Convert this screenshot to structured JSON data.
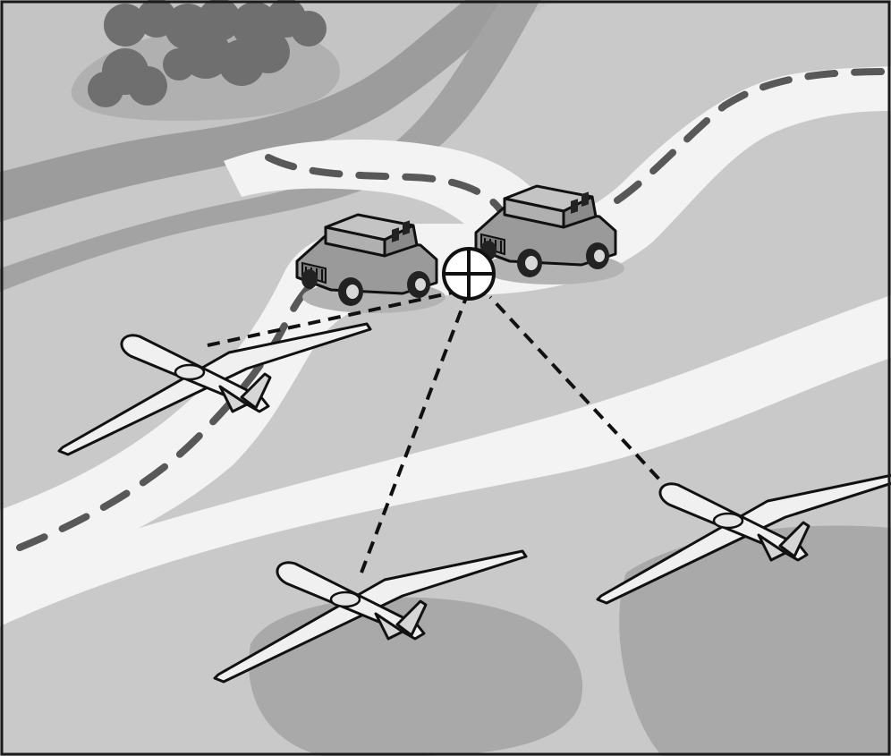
{
  "scene": {
    "colors": {
      "frame": "#1a1a1a",
      "ground": "#c9c9c9",
      "river_bank": "#a3a3a3",
      "river_water": "#c4c4c4",
      "river_band": "#9c9c9c",
      "road": "#f3f3f3",
      "road_dash": "#585858",
      "dark_patch": "#a9a9a9",
      "trees": "#6f6f6f",
      "tree_shadow": "#b0b0b0",
      "vehicle_body": "#9a9a9a",
      "vehicle_light": "#c4c4c4",
      "drone_body": "#f0f0f0",
      "link_line": "#111111",
      "target_fill": "#ffffff"
    },
    "vehicles": [
      {
        "name": "left-vehicle"
      },
      {
        "name": "right-vehicle"
      }
    ],
    "drones": [
      {
        "name": "drone-left"
      },
      {
        "name": "drone-bottom-center"
      },
      {
        "name": "drone-right"
      }
    ],
    "target": {
      "name": "target-crosshair"
    },
    "links": [
      {
        "name": "link-drone-left",
        "from": "drone-left",
        "to": "target-crosshair"
      },
      {
        "name": "link-drone-bottom-center",
        "from": "drone-bottom-center",
        "to": "target-crosshair"
      },
      {
        "name": "link-drone-right",
        "from": "drone-right",
        "to": "target-crosshair"
      }
    ]
  }
}
